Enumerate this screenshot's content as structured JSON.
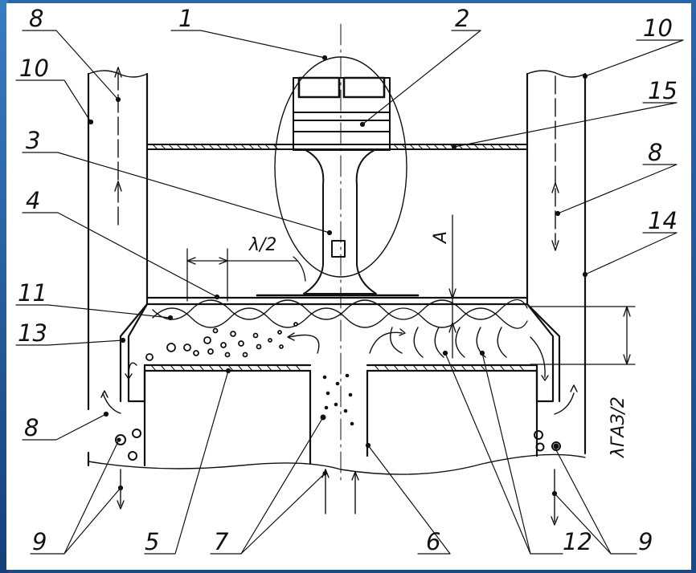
{
  "callouts": [
    "1",
    "2",
    "3",
    "4",
    "5",
    "6",
    "7",
    "8",
    "9",
    "10",
    "11",
    "12",
    "13",
    "14",
    "15"
  ],
  "labels": {
    "c1": "1",
    "c2": "2",
    "c3": "3",
    "c4": "4",
    "c5": "5",
    "c6": "6",
    "c7": "7",
    "c8a": "8",
    "c8b": "8",
    "c8c": "8",
    "c9a": "9",
    "c9b": "9",
    "c10a": "10",
    "c10b": "10",
    "c11": "11",
    "c12": "12",
    "c13": "13",
    "c14": "14",
    "c15": "15",
    "lambda_half": "λ/2",
    "amplitude": "A",
    "lambda_gas_half": "λГАЗ/2"
  },
  "colors": {
    "background": "#1d4f8c",
    "sheet": "#ffffff",
    "ink": "#111111"
  }
}
